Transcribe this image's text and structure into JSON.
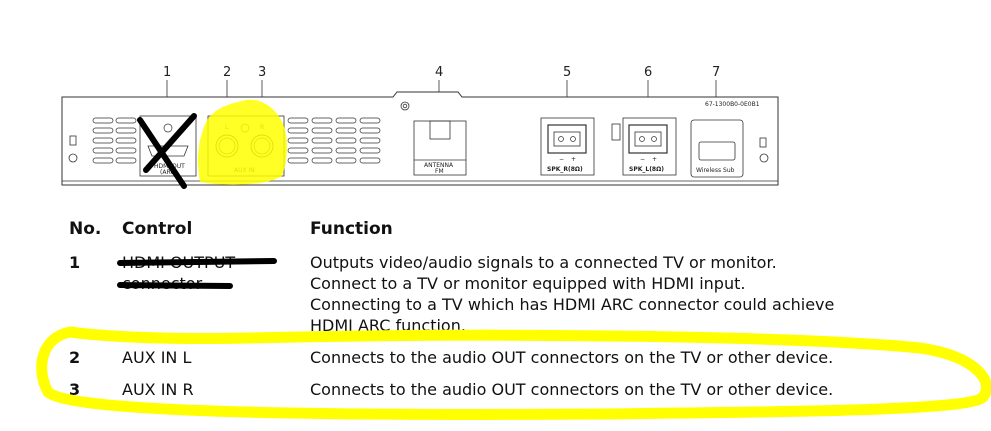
{
  "panel": {
    "callouts": [
      "1",
      "2",
      "3",
      "4",
      "5",
      "6",
      "7"
    ],
    "model_code": "67-1300B0-0E0B1",
    "hdmi_label": "HDMI OUT",
    "hdmi_sub": "(ARC)",
    "aux_label": "AUX IN",
    "aux_left": "L",
    "aux_right": "R",
    "antenna_label": "ANTENNA",
    "antenna_sub": "FM",
    "spk_r_label": "SPK_R(8Ω)",
    "spk_l_label": "SPK_L(8Ω)",
    "polarity_minus": "−",
    "polarity_plus": "+",
    "wireless_label": "Wireless Sub"
  },
  "table": {
    "headers": {
      "no": "No.",
      "control": "Control",
      "function": "Function"
    },
    "rows": [
      {
        "no": "1",
        "control": [
          "HDMI OUTPUT",
          "connector"
        ],
        "function": [
          "Outputs video/audio signals to a connected TV or monitor.",
          "Connect to a TV or monitor equipped with HDMI input.",
          "Connecting to a TV which has HDMI ARC connector could achieve",
          "HDMI ARC function."
        ]
      },
      {
        "no": "2",
        "control": [
          "AUX IN L"
        ],
        "function": [
          "Connects to the audio OUT connectors on the TV or other device."
        ]
      },
      {
        "no": "3",
        "control": [
          "AUX IN R"
        ],
        "function": [
          "Connects to the audio OUT connectors on the TV or other device."
        ]
      }
    ]
  },
  "annotations": {
    "highlight_color": "#ffff00",
    "strike_color": "#000000"
  }
}
